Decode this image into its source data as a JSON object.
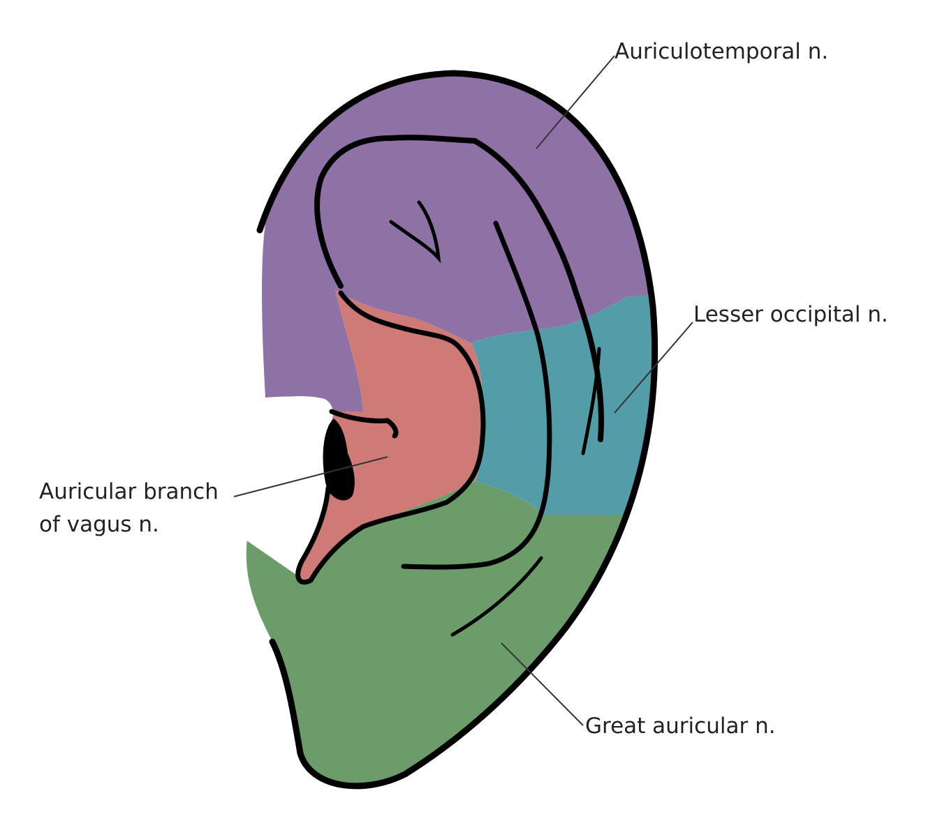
{
  "labels": {
    "auriculotemporal": "Auriculotemporal n.",
    "lesser_occipital": "Lesser occipital n.",
    "vagus_line1": "Auricular branch",
    "vagus_line2": "of vagus n.",
    "great_auricular": "Great auricular n."
  },
  "colors": {
    "auriculotemporal": "#8E72A6",
    "lesser_occipital": "#539DA8",
    "vagus": "#CE7B78",
    "great_auricular": "#6B9C69",
    "outline": "#000000",
    "leader_line": "#333333"
  }
}
